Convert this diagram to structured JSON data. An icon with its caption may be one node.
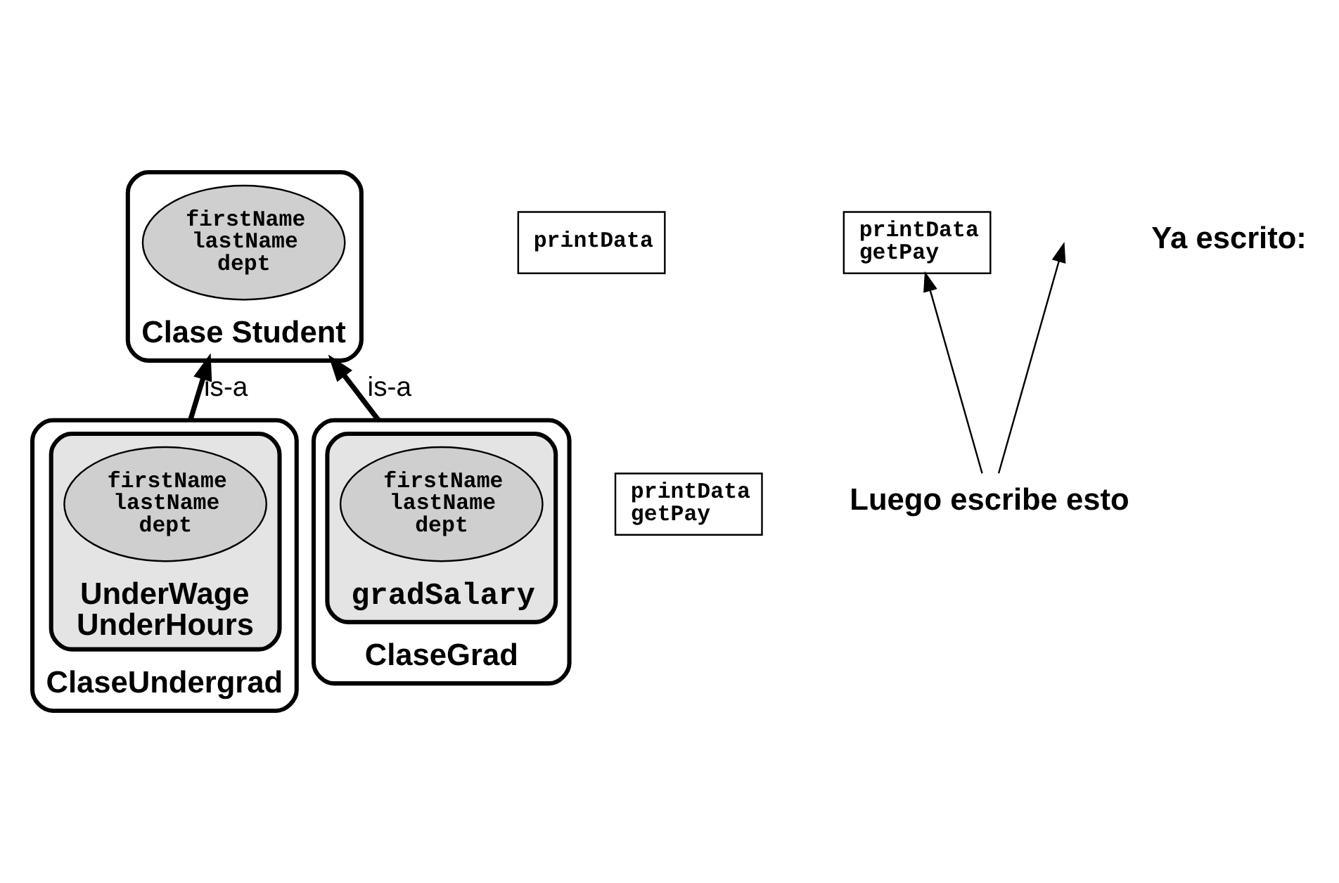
{
  "diagram": {
    "nodes": [
      {
        "text": [
          "Clase Student"
        ]
      },
      {
        "text": [
          "firstName lastName dept"
        ],
        "in": 0
      },
      {
        "text": [
          "printData"
        ]
      },
      {
        "text": [
          "ClaseUndergrad"
        ]
      },
      {
        "text": [
          "UnderWage UnderHours"
        ],
        "in": 3
      },
      {
        "text": [
          "firstName lastName dept"
        ],
        "in": 4
      },
      {
        "text": [
          "printData getPay"
        ]
      },
      {
        "text": [
          "ClaseGrad"
        ]
      },
      {
        "text": [
          "gradSalary"
        ],
        "in": 7
      },
      {
        "text": [
          "firstName lastName dept"
        ],
        "in": 8
      },
      {
        "text": [
          "printData getPay"
        ]
      },
      {
        "text": [
          "Luego escribe esto"
        ]
      }
    ],
    "edges": [
      {
        "from": 3,
        "to": 0,
        "arrow": "to",
        "label": "is-a",
        "style": "thick"
      },
      {
        "from": 7,
        "to": 0,
        "arrow": "to",
        "label": "is-a",
        "style": "thick"
      },
      {
        "from": 11,
        "to": null,
        "arrow": "to"
      },
      {
        "from": 11,
        "to": 10,
        "arrow": "to"
      }
    ],
    "labels": [
      "Ya escrito:"
    ]
  }
}
